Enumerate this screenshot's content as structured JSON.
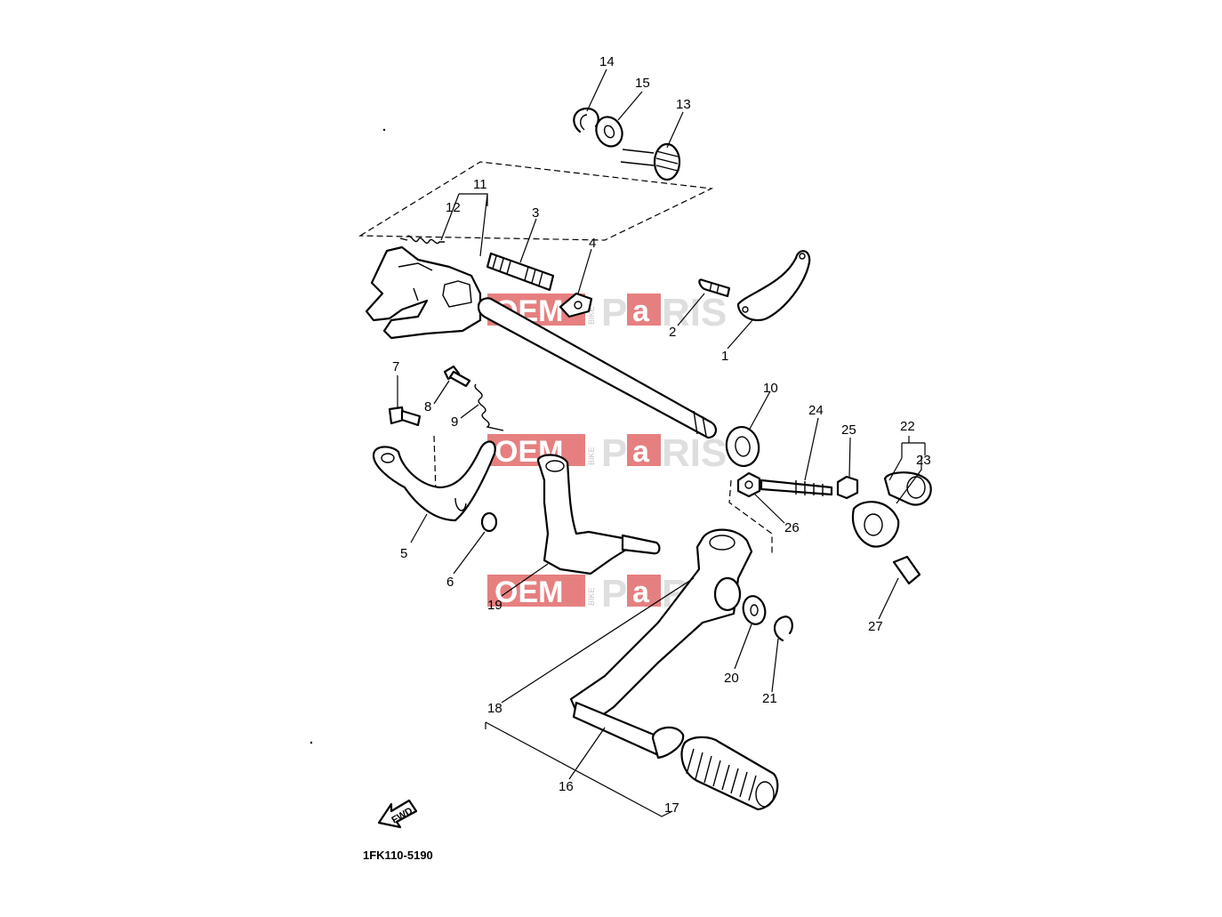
{
  "diagram": {
    "part_code": "1FK110-5190",
    "fwd_label": "FWD",
    "callouts": [
      "1",
      "2",
      "3",
      "4",
      "5",
      "6",
      "7",
      "8",
      "9",
      "10",
      "11",
      "12",
      "13",
      "14",
      "15",
      "16",
      "17",
      "18",
      "19",
      "20",
      "21",
      "22",
      "23",
      "24",
      "25",
      "26",
      "27"
    ]
  },
  "watermark": {
    "oem": "OEM",
    "bike": "BIKE",
    "parts_a": "P",
    "parts_b": "a",
    "parts_c": "RIS"
  },
  "colors": {
    "ink": "#000000",
    "watermark_red": "#e26a6a",
    "watermark_grey": "#d9d9d9"
  }
}
